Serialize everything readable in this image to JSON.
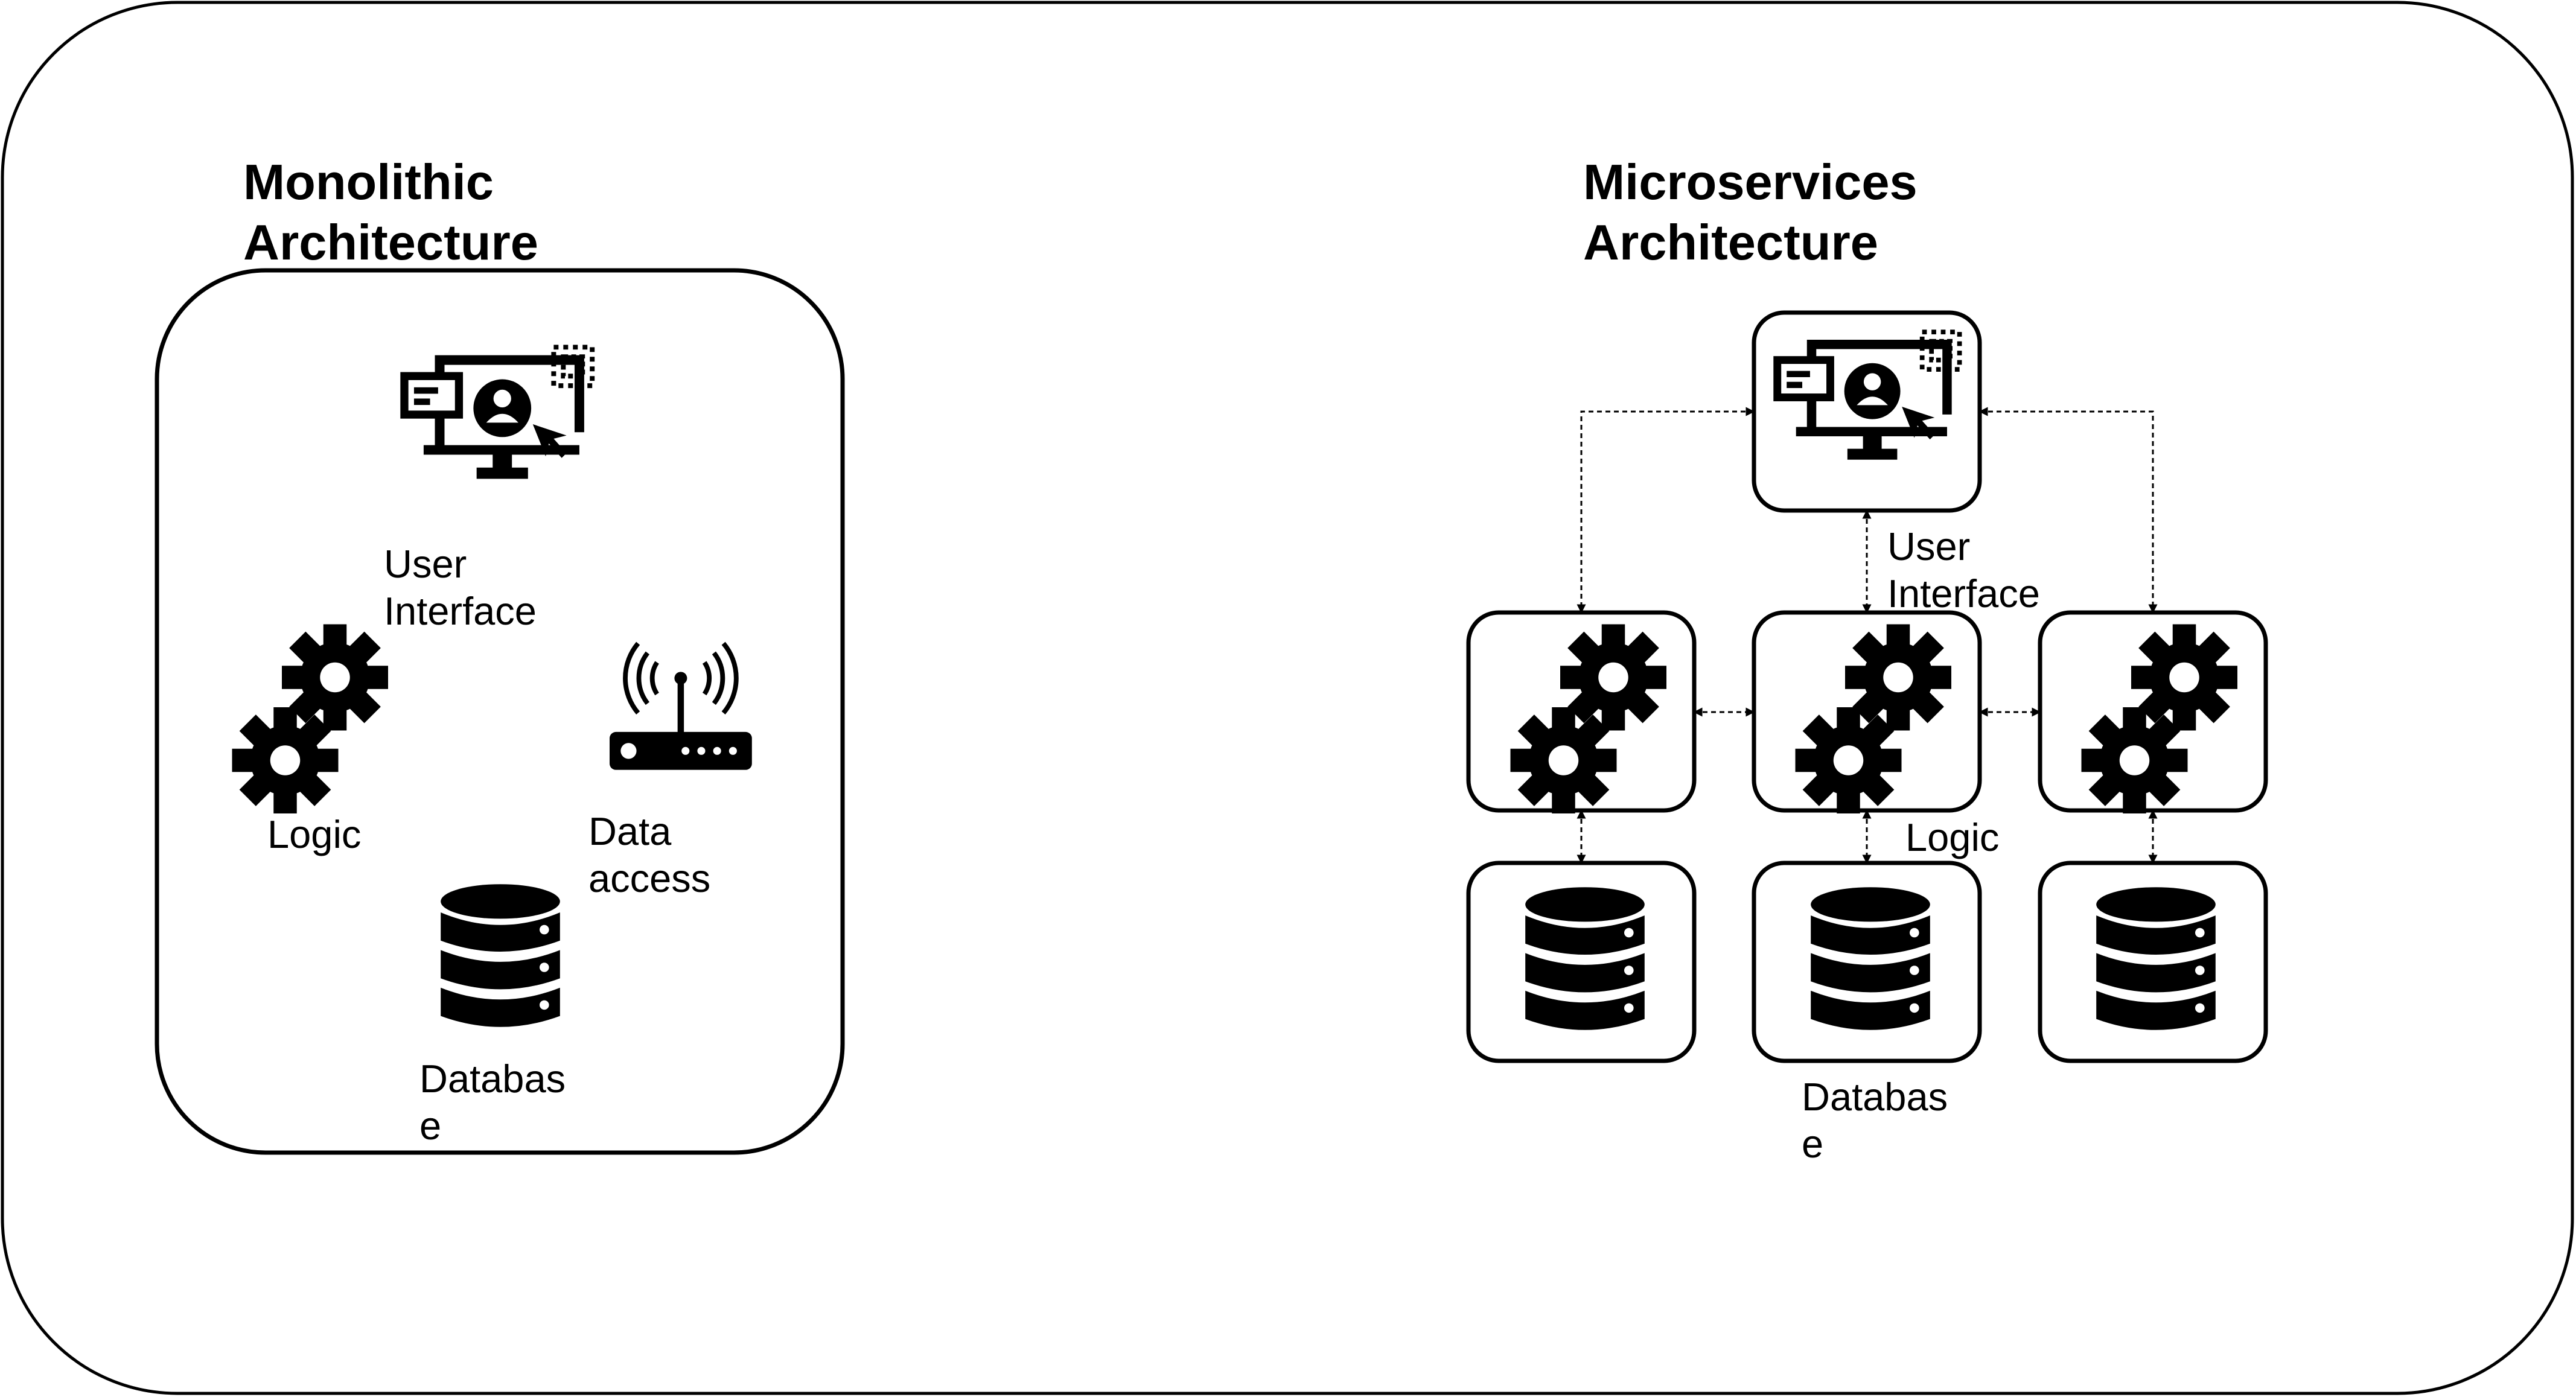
{
  "monolithic": {
    "title": [
      "Monolithic",
      "Architecture"
    ],
    "ui_label": [
      "User",
      "Interface"
    ],
    "logic_label": "Logic",
    "data_access_label": [
      "Data",
      "access"
    ],
    "database_label": [
      "Databas",
      "e"
    ]
  },
  "microservices": {
    "title": [
      "Microservices",
      "Architecture"
    ],
    "ui_label": [
      "User",
      "Interface"
    ],
    "logic_label": "Logic",
    "database_label": [
      "Databas",
      "e"
    ]
  },
  "icons": [
    "monitor-user-icon",
    "gears-icon",
    "router-icon",
    "database-icon"
  ],
  "colors": {
    "stroke": "#000000",
    "background": "#ffffff"
  }
}
